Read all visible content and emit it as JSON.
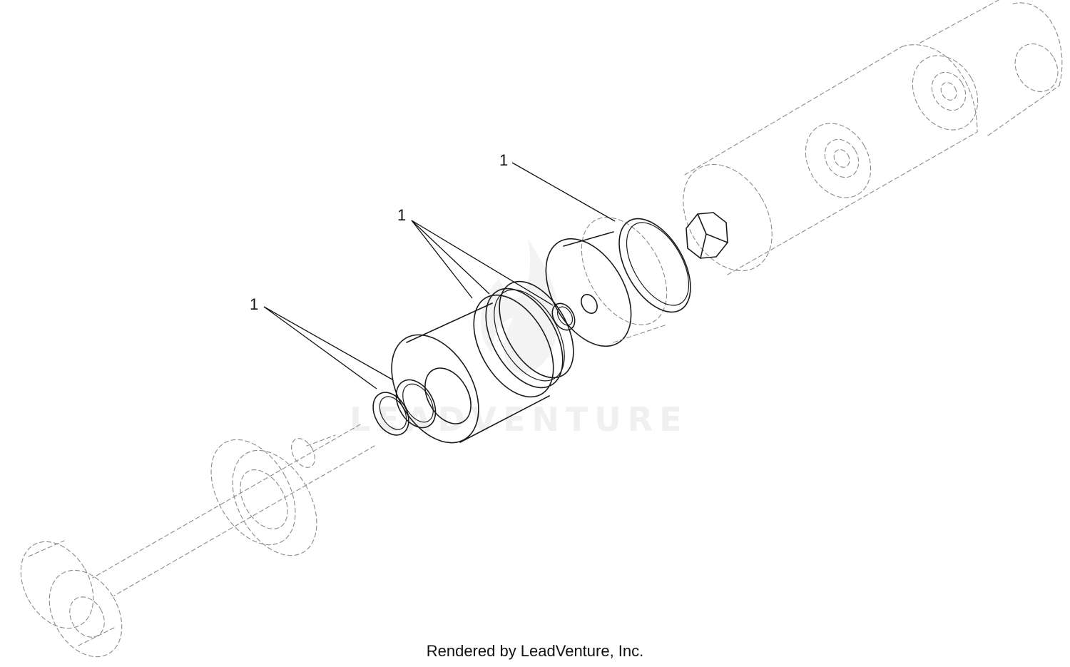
{
  "callouts": [
    {
      "label": "1"
    },
    {
      "label": "1"
    },
    {
      "label": "1"
    }
  ],
  "watermark": {
    "text": "LEADVENTURE"
  },
  "footer": {
    "text": "Rendered by LeadVenture, Inc."
  }
}
